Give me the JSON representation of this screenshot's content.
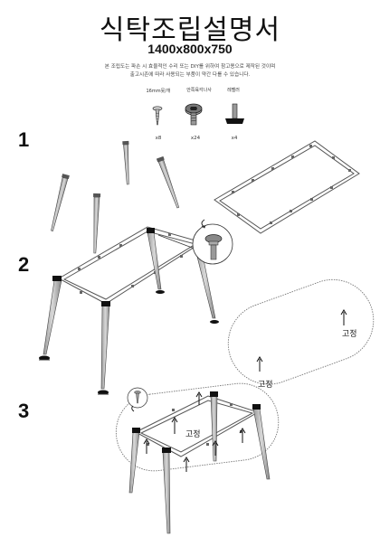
{
  "title": "식탁조립설명서",
  "subtitle": "1400x800x750",
  "intro_lines": [
    "본 조립도는 파손 시 효율적인 수리 또는 DIY를 위하여 참고용으로 제작된 것이며",
    "출고시존에 따라 사용되는 부품이 약간 다를 수 있습니다."
  ],
  "parts": [
    {
      "name": "16mm못/개",
      "qty": "x8",
      "icon": "screw-icon"
    },
    {
      "name": "안쪽육각나사",
      "qty": "x24",
      "icon": "hex-bolt-icon"
    },
    {
      "name": "레벨러",
      "qty": "x4",
      "icon": "leveler-icon"
    }
  ],
  "steps": [
    "1",
    "2",
    "3"
  ],
  "fix_label": "고정"
}
